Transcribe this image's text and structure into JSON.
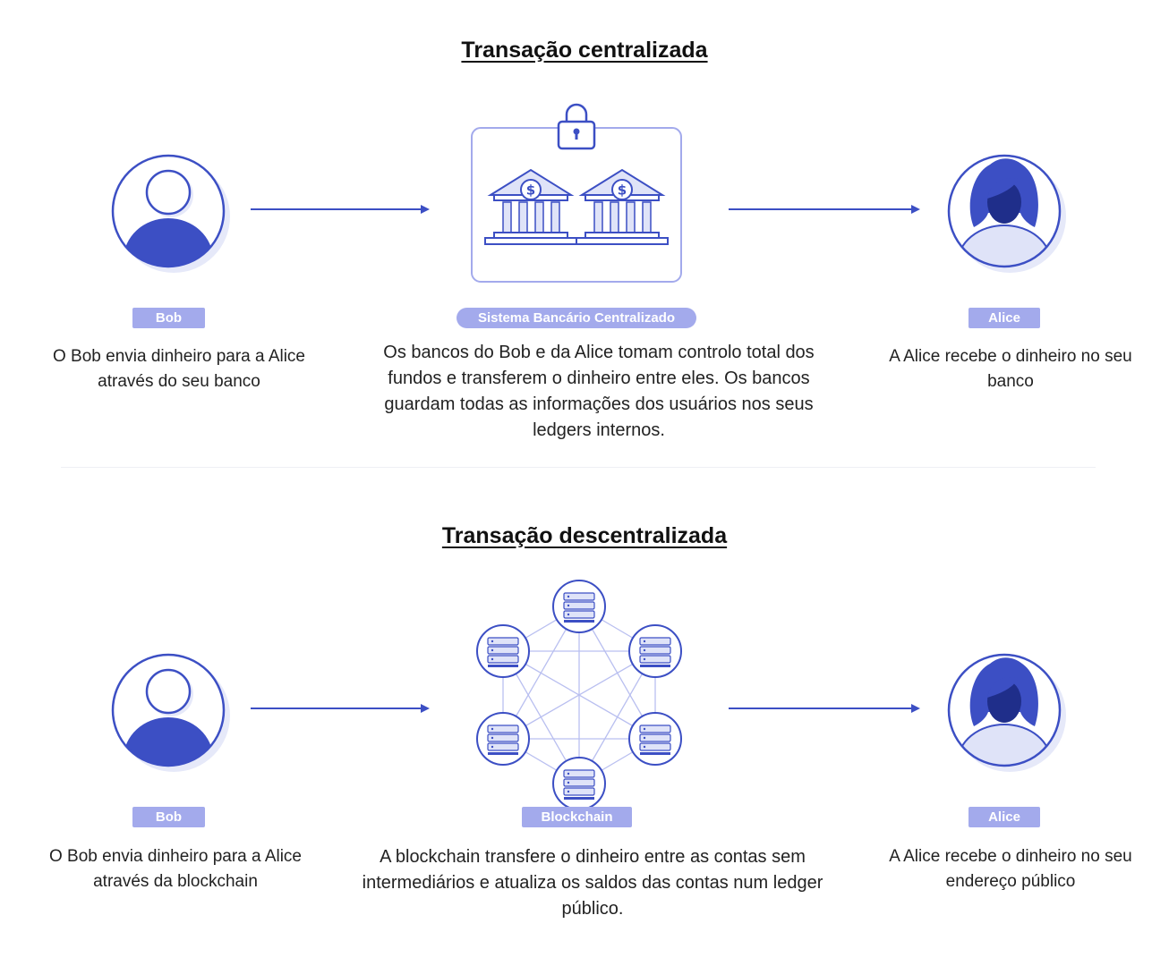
{
  "centralized": {
    "title": "Transação centralizada",
    "bob_label": "Bob",
    "bank_label": "Sistema Bancário Centralizado",
    "alice_label": "Alice",
    "bob_text": "O Bob envia dinheiro para a Alice através do seu banco",
    "bank_text": "Os bancos do Bob e da Alice tomam controlo total dos fundos e transferem o dinheiro entre eles. Os bancos guardam todas as informações dos usuários nos seus ledgers internos.",
    "alice_text": "A Alice recebe o dinheiro no seu banco"
  },
  "decentralized": {
    "title": "Transação descentralizada",
    "bob_label": "Bob",
    "chain_label": "Blockchain",
    "alice_label": "Alice",
    "bob_text": "O Bob envia dinheiro para a Alice através da blockchain",
    "chain_text": "A blockchain transfere o dinheiro entre as contas sem intermediários e atualiza os saldos das contas num ledger público.",
    "alice_text": "A Alice recebe o dinheiro no seu endereço público"
  },
  "colors": {
    "accent": "#3c4fc4",
    "label_bg": "#a3aaec",
    "shadow": "#e6e9f9",
    "light_fill": "#dfe3f8"
  }
}
